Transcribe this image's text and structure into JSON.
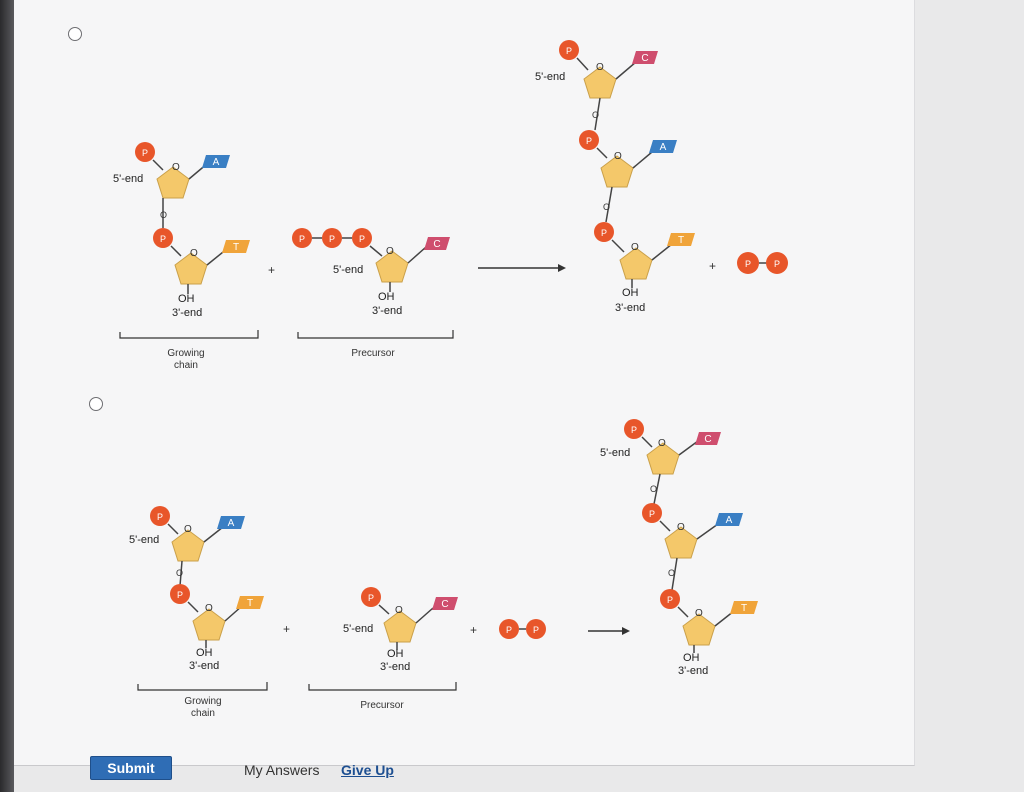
{
  "options": [
    {
      "id": "A",
      "labels": {
        "five_end": "5'-end",
        "three_end": "3'-end",
        "oh": "OH",
        "o": "O",
        "plus": "+",
        "growing_chain": [
          "Growing",
          "chain"
        ],
        "precursor": "Precursor"
      },
      "bases": {
        "growing_top": "A",
        "growing_bottom": "T",
        "precursor": "C"
      },
      "phosphate": "P"
    },
    {
      "id": "B",
      "labels": {
        "five_end": "5'-end",
        "three_end": "3'-end",
        "oh": "OH",
        "o": "O",
        "plus": "+",
        "growing_chain": [
          "Growing",
          "chain"
        ],
        "precursor": "Precursor"
      },
      "bases": {
        "growing_top": "A",
        "growing_bottom": "T",
        "precursor": "C"
      },
      "phosphate": "P"
    }
  ],
  "buttons": {
    "submit": "Submit",
    "my_answers": "My Answers",
    "give_up": "Give Up"
  },
  "colors": {
    "phosphate": "#e8562a",
    "sugar": "#f4c86a",
    "base_A": "#3a7fc4",
    "base_T": "#f0a43a",
    "base_C": "#cf4e6e",
    "submit": "#2f6db5"
  }
}
